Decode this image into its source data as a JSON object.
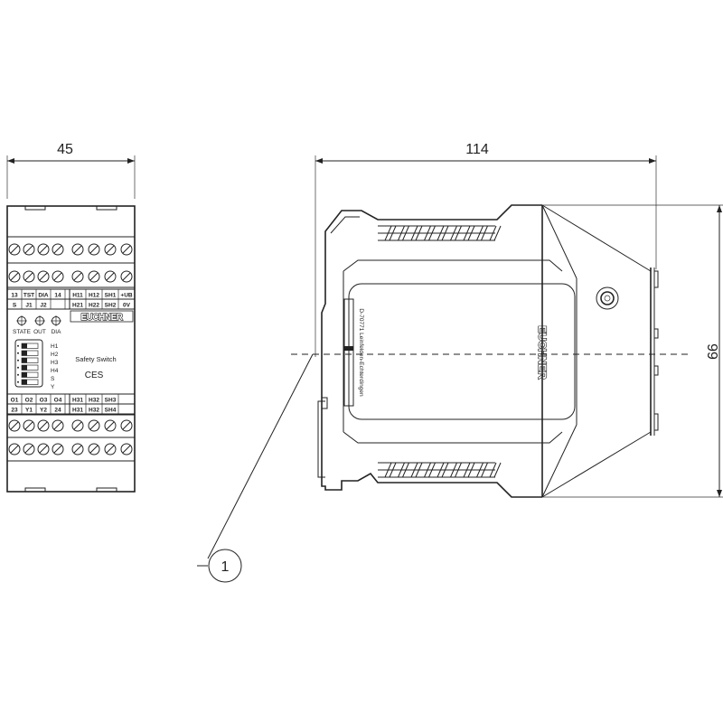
{
  "dimensions": {
    "width_front": "45",
    "length_side": "114",
    "height_side": "99"
  },
  "front_panel": {
    "terminal_top_row1": [
      "13",
      "TST",
      "DIA",
      "14",
      "H11",
      "H12",
      "SH1",
      "+UB"
    ],
    "terminal_top_row2": [
      "S",
      "J1",
      "J2",
      "",
      "H21",
      "H22",
      "SH2",
      "0V"
    ],
    "led_labels": [
      "STATE",
      "OUT",
      "DIA"
    ],
    "brand": "EUCHNER",
    "dip_labels": [
      "H1",
      "H2",
      "H3",
      "H4",
      "S",
      "Y"
    ],
    "product_line": "Safety Switch",
    "product_name": "CES",
    "terminal_bottom_row1": [
      "O1",
      "O2",
      "O3",
      "O4",
      "H31",
      "H32",
      "SH3"
    ],
    "terminal_bottom_row2": [
      "23",
      "Y1",
      "Y2",
      "24",
      "H31",
      "H32",
      "SH4"
    ]
  },
  "side_view": {
    "brand": "EUCHNER",
    "address": "D-70771 Leinfelden-Echterdingen"
  },
  "callout": {
    "number": "1"
  }
}
